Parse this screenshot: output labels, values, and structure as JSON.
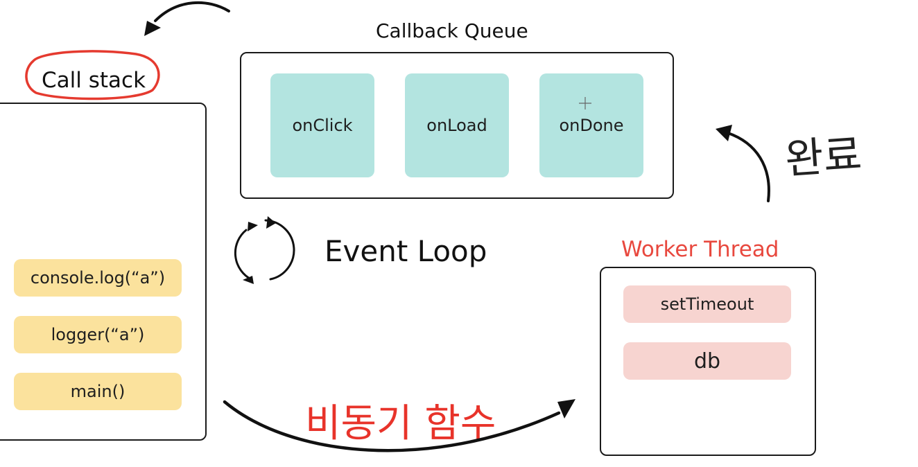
{
  "call_stack": {
    "title": "Call stack",
    "frames": [
      "console.log(“a”)",
      "logger(“a”)",
      "main()"
    ]
  },
  "callback_queue": {
    "title": "Callback Queue",
    "items": [
      "onClick",
      "onLoad",
      "onDone"
    ]
  },
  "event_loop": {
    "label": "Event Loop"
  },
  "worker_thread": {
    "title": "Worker Thread",
    "items": [
      "setTimeout",
      "db"
    ]
  },
  "annotations": {
    "async_function": "비동기 함수",
    "completed": "완료"
  },
  "colors": {
    "queue_chip": "#b3e4e0",
    "stack_chip": "#fbe29d",
    "worker_chip": "#f7d4d0",
    "worker_title": "#e8483e",
    "async_label": "#e8332a",
    "highlight_circle": "#e53a2f"
  }
}
